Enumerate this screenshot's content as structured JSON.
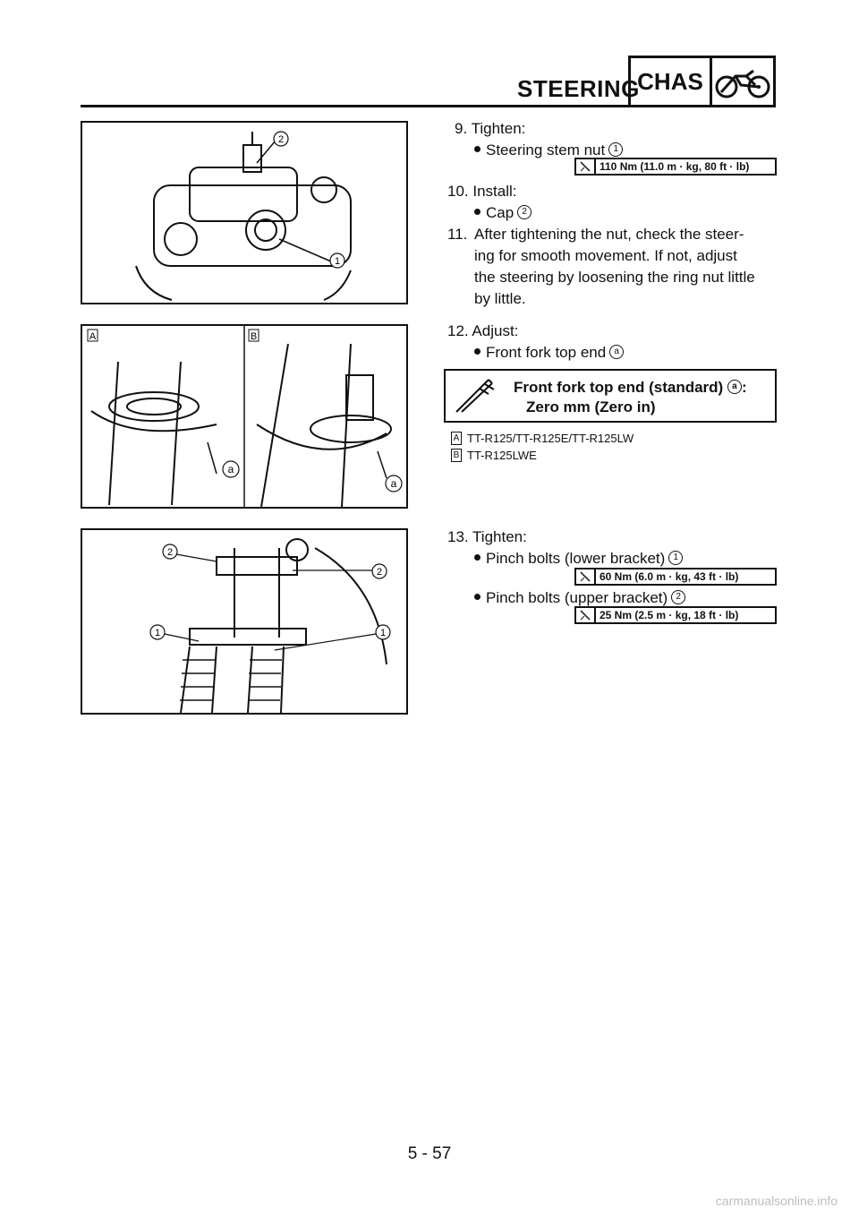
{
  "header": {
    "title": "STEERING",
    "section": "CHAS",
    "section_icon": "motorcycle-icon"
  },
  "step9": {
    "label": "9. Tighten:",
    "item": "Steering stem nut",
    "callout": "1",
    "torque": "110 Nm (11.0 m · kg, 80 ft · lb)"
  },
  "step10": {
    "label": "10. Install:",
    "item": "Cap",
    "callout": "2"
  },
  "step11": {
    "label": "11.",
    "lines": [
      "After tightening the nut, check the steer-",
      "ing for smooth movement. If not, adjust",
      "the steering by loosening the ring nut little",
      "by little."
    ]
  },
  "step12": {
    "label": "12. Adjust:",
    "item": "Front fork top end",
    "callout": "a",
    "spec_title": "Front fork top end (standard)",
    "spec_callout": "a",
    "spec_value": "Zero mm (Zero in)",
    "notes": [
      {
        "letter": "A",
        "text": "TT-R125/TT-R125E/TT-R125LW"
      },
      {
        "letter": "B",
        "text": "TT-R125LWE"
      }
    ]
  },
  "step13": {
    "label": "13. Tighten:",
    "items": [
      {
        "text": "Pinch bolts (lower bracket)",
        "callout": "1",
        "torque": "60 Nm (6.0 m · kg, 43 ft · lb)"
      },
      {
        "text": "Pinch bolts (upper bracket)",
        "callout": "2",
        "torque": "25 Nm (2.5 m · kg, 18 ft · lb)"
      }
    ]
  },
  "figures": {
    "fig1_callouts": [
      "1",
      "2"
    ],
    "fig2_labels": [
      "A",
      "B"
    ],
    "fig2_callouts": [
      "a",
      "a"
    ],
    "fig3_callouts": [
      "1",
      "1",
      "2",
      "2"
    ]
  },
  "footer": {
    "page_number": "5 - 57",
    "watermark": "carmanualsonline.info"
  }
}
